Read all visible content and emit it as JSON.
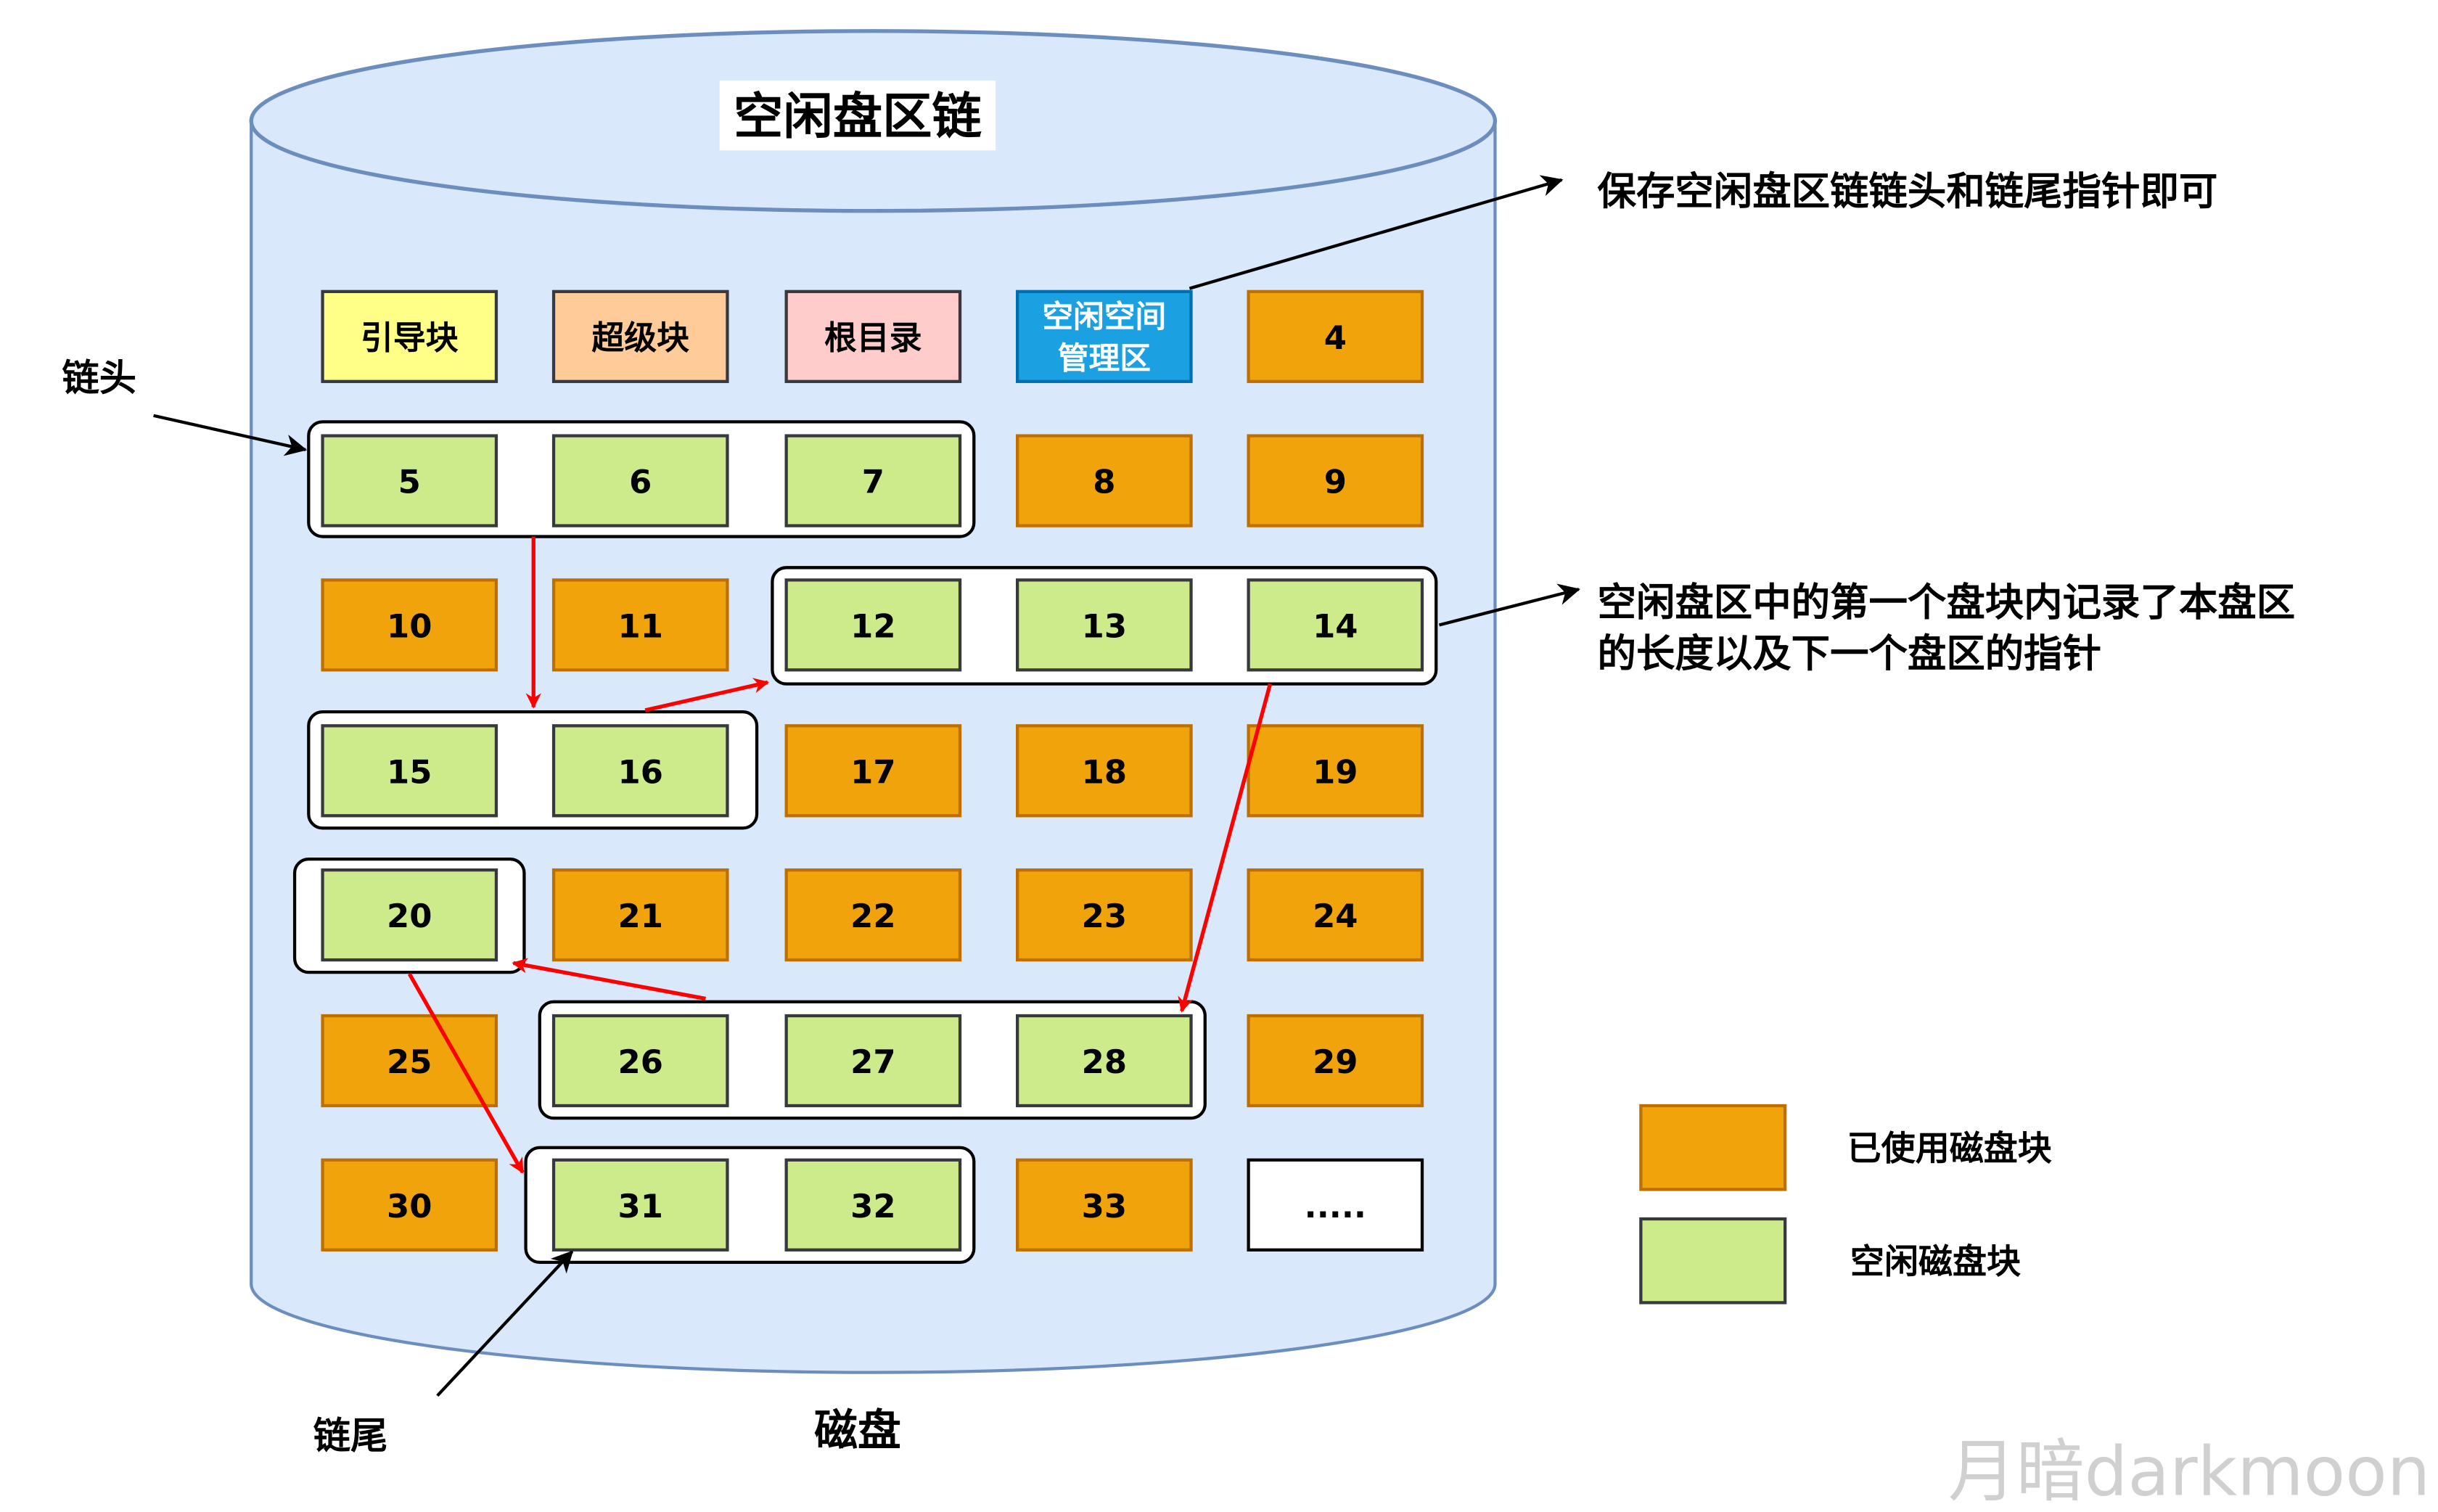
{
  "title": "空闲盘区链",
  "disk_label": "磁盘",
  "chain_head_label": "链头",
  "chain_tail_label": "链尾",
  "note_top": "保存空闲盘区链链头和链尾指针即可",
  "note_right": [
    "空闲盘区中的第一个盘块内记录了本盘区",
    "的长度以及下一个盘区的指针"
  ],
  "legend": [
    {
      "label": "已使用磁盘块",
      "color": "#f0a30a"
    },
    {
      "label": "空闲磁盘块",
      "color": "#cdeb8b"
    }
  ],
  "watermark": "月暗darkmoon",
  "colors": {
    "used": "#f0a30a",
    "free": "#cdeb8b",
    "boot": "#ffff88",
    "super": "#ffcc99",
    "root": "#ffcccc",
    "mgmt": "#1ba1e2",
    "disk": "#dae8fc",
    "arrow": "#ff0000"
  },
  "blocks": [
    {
      "label": "引导块",
      "type": "boot"
    },
    {
      "label": "超级块",
      "type": "super"
    },
    {
      "label": "根目录",
      "type": "root"
    },
    {
      "label": "空闲空间\n管理区",
      "type": "mgmt"
    },
    {
      "label": "4",
      "type": "used"
    },
    {
      "label": "5",
      "type": "free"
    },
    {
      "label": "6",
      "type": "free"
    },
    {
      "label": "7",
      "type": "free"
    },
    {
      "label": "8",
      "type": "used"
    },
    {
      "label": "9",
      "type": "used"
    },
    {
      "label": "10",
      "type": "used"
    },
    {
      "label": "11",
      "type": "used"
    },
    {
      "label": "12",
      "type": "free"
    },
    {
      "label": "13",
      "type": "free"
    },
    {
      "label": "14",
      "type": "free"
    },
    {
      "label": "15",
      "type": "free"
    },
    {
      "label": "16",
      "type": "free"
    },
    {
      "label": "17",
      "type": "used"
    },
    {
      "label": "18",
      "type": "used"
    },
    {
      "label": "19",
      "type": "used"
    },
    {
      "label": "20",
      "type": "free"
    },
    {
      "label": "21",
      "type": "used"
    },
    {
      "label": "22",
      "type": "used"
    },
    {
      "label": "23",
      "type": "used"
    },
    {
      "label": "24",
      "type": "used"
    },
    {
      "label": "25",
      "type": "used"
    },
    {
      "label": "26",
      "type": "free"
    },
    {
      "label": "27",
      "type": "free"
    },
    {
      "label": "28",
      "type": "free"
    },
    {
      "label": "29",
      "type": "used"
    },
    {
      "label": "30",
      "type": "used"
    },
    {
      "label": "31",
      "type": "free"
    },
    {
      "label": "32",
      "type": "free"
    },
    {
      "label": "33",
      "type": "used"
    },
    {
      "label": ".....",
      "type": "empty"
    }
  ]
}
